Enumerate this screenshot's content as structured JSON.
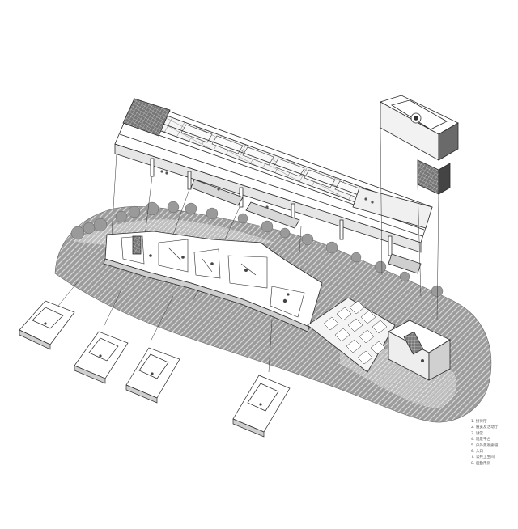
{
  "legend": {
    "items": [
      "1. 接待厅",
      "2. 展览及活动厅",
      "3. 讲堂",
      "4. 观景平台",
      "5. 户外景观廊道",
      "6. 入口",
      "7. 公共卫生间",
      "8. 后勤用房"
    ]
  },
  "colors": {
    "background": "#ffffff",
    "line": "#2a2a2a",
    "site_texture": "#8f8f8f",
    "site_texture_light": "#bdbdbd",
    "roof_dark": "#555555"
  }
}
